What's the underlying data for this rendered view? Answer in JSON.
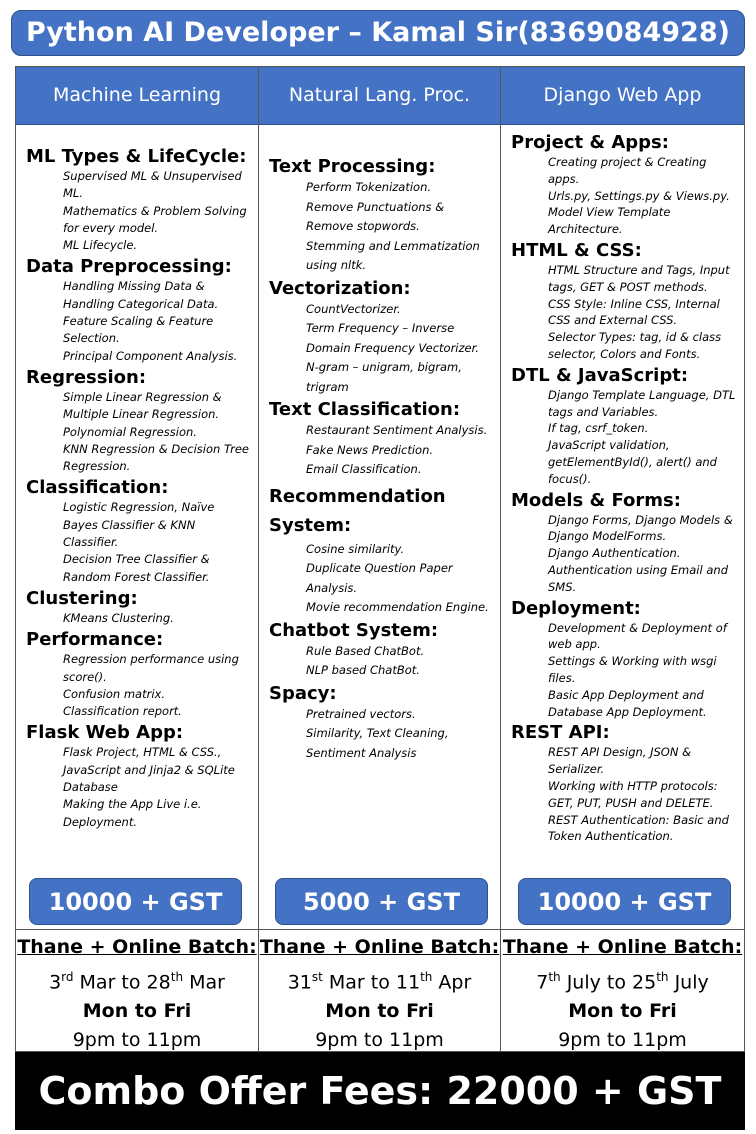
{
  "header": {
    "title": "Python AI Developer – Kamal Sir(8369084928)"
  },
  "columns": [
    {
      "heading": "Machine Learning",
      "sections": [
        {
          "title": "ML Types & LifeCycle:",
          "items": [
            "Supervised ML &  Unsupervised ML.",
            "Mathematics & Problem Solving for every model.",
            "ML Lifecycle."
          ]
        },
        {
          "title": "Data Preprocessing:",
          "items": [
            "Handling Missing Data & Handling Categorical Data.",
            "Feature Scaling & Feature Selection.",
            "Principal Component Analysis."
          ]
        },
        {
          "title": "Regression:",
          "items": [
            "Simple Linear Regression & Multiple Linear Regression.",
            "Polynomial Regression.",
            "KNN Regression & Decision Tree Regression."
          ]
        },
        {
          "title": "Classification:",
          "items": [
            "Logistic Regression, Naïve Bayes Classifier & KNN Classifier.",
            "Decision Tree Classifier & Random Forest Classifier."
          ]
        },
        {
          "title": "Clustering:",
          "items": [
            "KMeans Clustering."
          ]
        },
        {
          "title": "Performance:",
          "items": [
            "Regression performance using score().",
            "Confusion matrix.",
            "Classification report."
          ]
        },
        {
          "title": "Flask Web App:",
          "items": [
            "Flask Project, HTML & CSS., JavaScript and Jinja2 & SQLite Database",
            "Making the App Live i.e. Deployment."
          ]
        }
      ],
      "price": "10000 + GST",
      "batch": {
        "title": "Thane + Online Batch:",
        "start_day": "3",
        "start_suffix": "rd",
        "start_month": " Mar to ",
        "end_day": "28",
        "end_suffix": "th",
        "end_month": " Mar",
        "days": "Mon to Fri",
        "time": "9pm to 11pm"
      }
    },
    {
      "heading": "Natural Lang. Proc.",
      "sections": [
        {
          "title": "Text Processing:",
          "items": [
            "Perform Tokenization.",
            "Remove Punctuations & Remove stopwords.",
            "Stemming and Lemmatization using nltk."
          ]
        },
        {
          "title": "Vectorization:",
          "items": [
            "CountVectorizer.",
            "Term Frequency – Inverse Domain Frequency Vectorizer.",
            "N-gram – unigram, bigram, trigram"
          ]
        },
        {
          "title": "Text Classification:",
          "items": [
            "Restaurant Sentiment Analysis.",
            "Fake News Prediction.",
            "Email Classification."
          ]
        },
        {
          "title": "Recommendation System:",
          "items": [
            "Cosine similarity.",
            "Duplicate Question Paper Analysis.",
            "Movie recommendation Engine."
          ]
        },
        {
          "title": "Chatbot System:",
          "items": [
            "Rule Based ChatBot.",
            "NLP based ChatBot."
          ]
        },
        {
          "title": "Spacy:",
          "items": [
            "Pretrained vectors.",
            "Similarity, Text Cleaning, Sentiment Analysis"
          ]
        }
      ],
      "price": "5000 + GST",
      "batch": {
        "title": "Thane + Online Batch:",
        "start_day": "31",
        "start_suffix": "st",
        "start_month": " Mar to ",
        "end_day": "11",
        "end_suffix": "th",
        "end_month": " Apr",
        "days": "Mon to Fri",
        "time": "9pm to 11pm"
      }
    },
    {
      "heading": "Django Web App",
      "sections": [
        {
          "title": "Project & Apps:",
          "items": [
            "Creating project &  Creating apps.",
            "Urls.py, Settings.py & Views.py.",
            "Model View Template Architecture."
          ]
        },
        {
          "title": "HTML & CSS:",
          "items": [
            "HTML Structure and Tags,  Input tags, GET & POST methods.",
            "CSS Style: Inline CSS, Internal CSS and External CSS.",
            "Selector Types: tag, id & class selector, Colors and Fonts."
          ]
        },
        {
          "title": "DTL & JavaScript:",
          "items": [
            "Django Template Language, DTL tags and Variables.",
            "If tag, csrf_token.",
            "JavaScript validation, getElementById(), alert() and focus()."
          ]
        },
        {
          "title": "Models & Forms:",
          "items": [
            "Django Forms, Django Models & Django ModelForms.",
            "Django Authentication.",
            "Authentication using Email and SMS."
          ]
        },
        {
          "title": "Deployment:",
          "items": [
            "Development & Deployment of web app.",
            "Settings & Working with wsgi files.",
            "Basic App Deployment and Database App Deployment."
          ]
        },
        {
          "title": "REST API:",
          "items": [
            "REST API Design, JSON & Serializer.",
            "Working with HTTP protocols: GET, PUT, PUSH and DELETE.",
            "REST Authentication: Basic and Token Authentication."
          ]
        }
      ],
      "price": "10000 + GST",
      "batch": {
        "title": "Thane + Online Batch:",
        "start_day": "7",
        "start_suffix": "th",
        "start_month": " July to ",
        "end_day": "25",
        "end_suffix": "th",
        "end_month": " July",
        "days": "Mon to Fri",
        "time": "9pm to 11pm"
      }
    }
  ],
  "footer": {
    "combo": "Combo Offer Fees: 22000 + GST"
  }
}
